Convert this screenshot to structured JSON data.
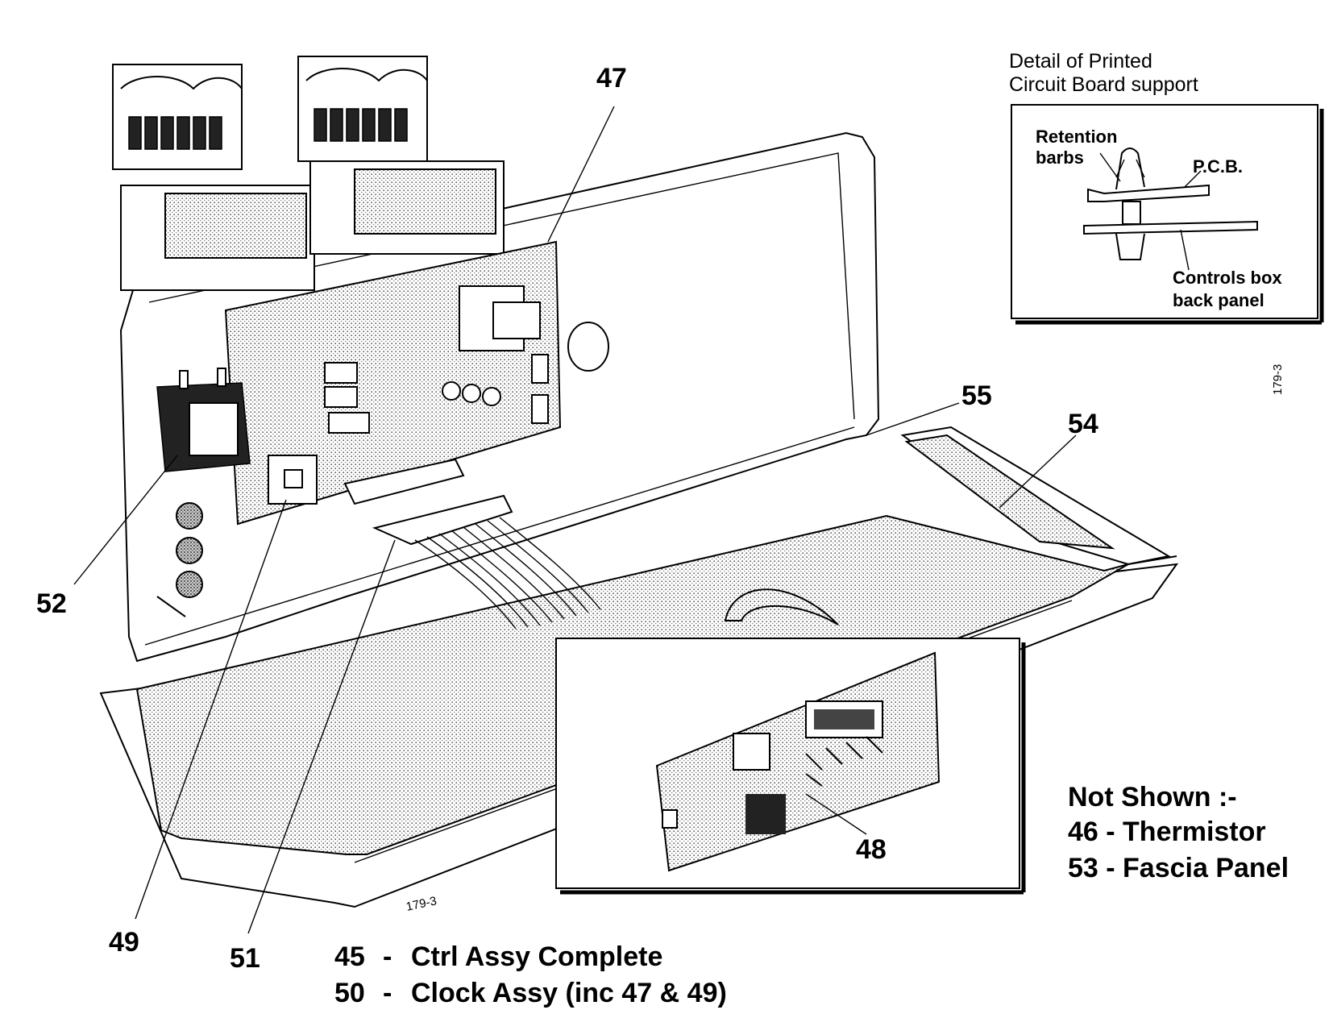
{
  "callouts": {
    "c47": "47",
    "c55": "55",
    "c54": "54",
    "c52": "52",
    "c49": "49",
    "c51": "51",
    "c48": "48"
  },
  "detail": {
    "title_line1": "Detail of Printed",
    "title_line2": "Circuit Board support",
    "retention_line1": "Retention",
    "retention_line2": "barbs",
    "pcb": "P.C.B.",
    "controls_line1": "Controls box",
    "controls_line2": "back panel"
  },
  "ref_codes": {
    "side": "179-3",
    "bottom": "179-3"
  },
  "not_shown": {
    "heading": "Not Shown :-",
    "item1": "46 - Thermistor",
    "item2": "53 - Fascia Panel"
  },
  "legend": {
    "row1_num": "45",
    "row1_dash": "-",
    "row1_text": "Ctrl Assy Complete",
    "row2_num": "50",
    "row2_dash": "-",
    "row2_text": "Clock Assy (inc 47 & 49)"
  }
}
